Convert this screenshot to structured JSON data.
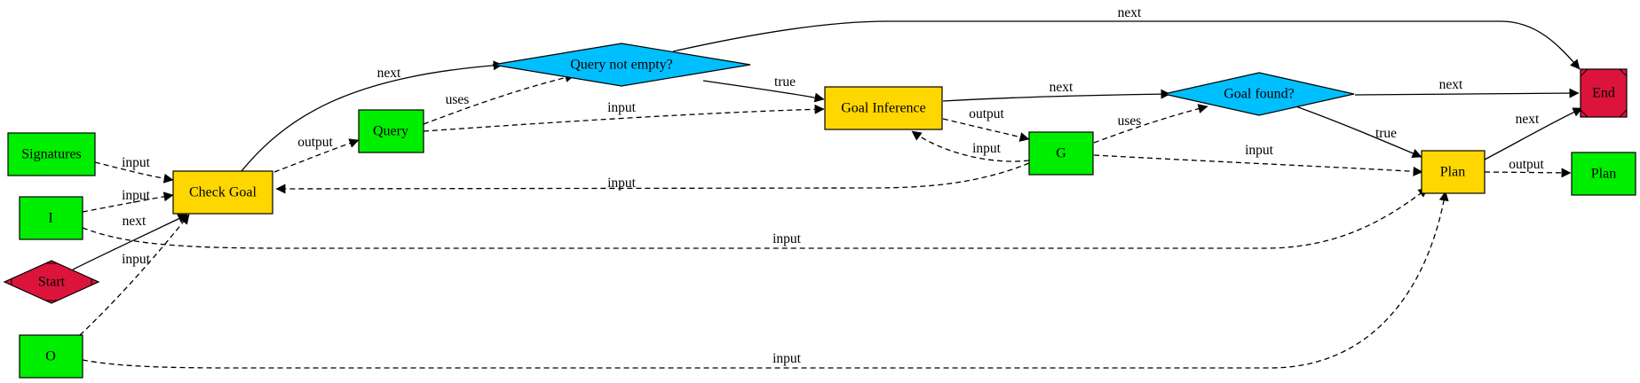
{
  "colors": {
    "data": "#00ee00",
    "process": "#ffd700",
    "decision": "#00bfff",
    "terminal": "#dc143c"
  },
  "nodes": {
    "signatures": {
      "label": "Signatures",
      "kind": "data"
    },
    "i": {
      "label": "I",
      "kind": "data"
    },
    "start": {
      "label": "Start",
      "kind": "terminal"
    },
    "o": {
      "label": "O",
      "kind": "data"
    },
    "check_goal": {
      "label": "Check Goal",
      "kind": "process"
    },
    "query": {
      "label": "Query",
      "kind": "data"
    },
    "query_not_empty": {
      "label": "Query not empty?",
      "kind": "decision"
    },
    "goal_inference": {
      "label": "Goal Inference",
      "kind": "process"
    },
    "g": {
      "label": "G",
      "kind": "data"
    },
    "goal_found": {
      "label": "Goal found?",
      "kind": "decision"
    },
    "plan": {
      "label": "Plan",
      "kind": "process"
    },
    "plan_output": {
      "label": "Plan",
      "kind": "data"
    },
    "end": {
      "label": "End",
      "kind": "terminal"
    }
  },
  "edges": {
    "signatures_check": {
      "label": "input",
      "style": "dashed"
    },
    "i_check": {
      "label": "input",
      "style": "dashed"
    },
    "start_check": {
      "label": "next",
      "style": "solid"
    },
    "o_check": {
      "label": "input",
      "style": "dashed"
    },
    "check_query": {
      "label": "output",
      "style": "dashed"
    },
    "check_qne": {
      "label": "next",
      "style": "solid"
    },
    "query_qne": {
      "label": "uses",
      "style": "dashed"
    },
    "query_gi": {
      "label": "input",
      "style": "dashed"
    },
    "qne_gi": {
      "label": "true",
      "style": "solid"
    },
    "qne_end": {
      "label": "next",
      "style": "solid"
    },
    "gi_gf": {
      "label": "next",
      "style": "solid"
    },
    "gi_g": {
      "label": "output",
      "style": "dashed"
    },
    "g_gi": {
      "label": "input",
      "style": "dashed"
    },
    "g_check": {
      "label": "input",
      "style": "dashed"
    },
    "g_gf": {
      "label": "uses",
      "style": "dashed"
    },
    "g_plan": {
      "label": "input",
      "style": "dashed"
    },
    "i_plan": {
      "label": "input",
      "style": "dashed"
    },
    "o_plan": {
      "label": "input",
      "style": "dashed"
    },
    "gf_end": {
      "label": "next",
      "style": "solid"
    },
    "gf_plan": {
      "label": "true",
      "style": "solid"
    },
    "plan_end": {
      "label": "next",
      "style": "solid"
    },
    "plan_output": {
      "label": "output",
      "style": "dashed"
    }
  }
}
